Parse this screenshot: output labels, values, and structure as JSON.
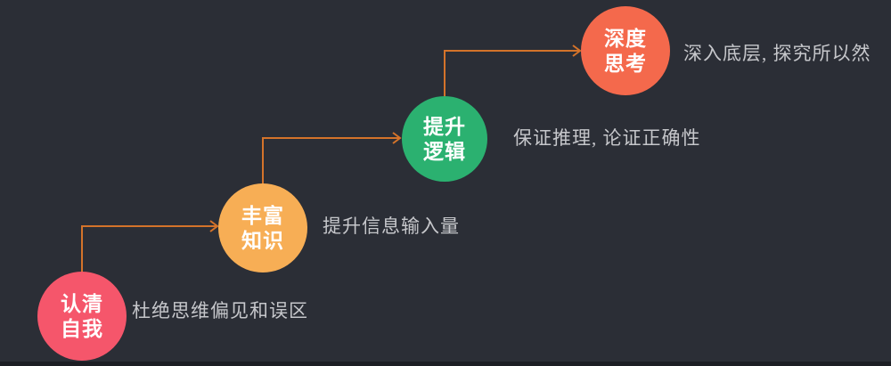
{
  "colors": {
    "background": "#2b2e36",
    "bottom_strip": "#1c1e24",
    "connector": "#d4732a",
    "label_text": "#ffffff",
    "description_text": "#c6c7cb",
    "step_1": "#f5566b",
    "step_2": "#f7ae55",
    "step_3": "#2bb170",
    "step_4": "#f4694c"
  },
  "diagram": {
    "steps": [
      {
        "label": "认清\n自我",
        "description": "杜绝思维偏见和误区"
      },
      {
        "label": "丰富\n知识",
        "description": "提升信息输入量"
      },
      {
        "label": "提升\n逻辑",
        "description": "保证推理, 论证正确性"
      },
      {
        "label": "深度\n思考",
        "description": "深入底层, 探究所以然"
      }
    ]
  }
}
